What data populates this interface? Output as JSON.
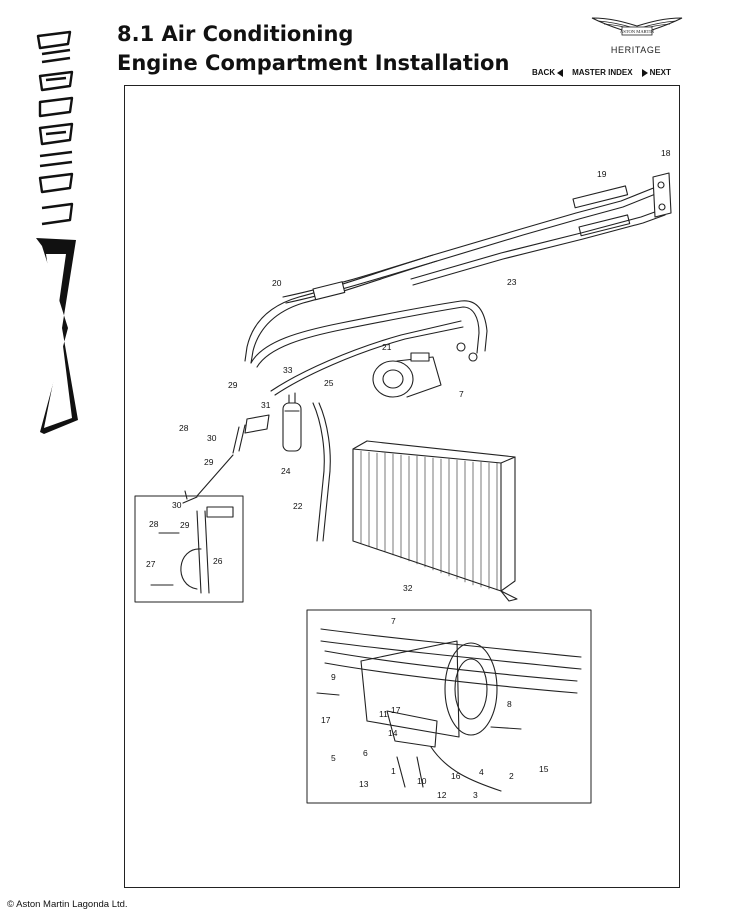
{
  "header": {
    "title_line1": "8.1 Air Conditioning",
    "title_line2": "Engine Compartment Installation",
    "brand": {
      "logo_text": "ASTON MARTIN",
      "subtitle": "HERITAGE"
    },
    "nav": {
      "back": "BACK",
      "master_index": "MASTER INDEX",
      "next": "NEXT"
    }
  },
  "side_logo": {
    "text": "Virage"
  },
  "diagram": {
    "main_callouts": [
      "18",
      "19",
      "23",
      "20",
      "21",
      "33",
      "25",
      "7",
      "29",
      "31",
      "28",
      "30",
      "29",
      "24",
      "22",
      "32"
    ],
    "inset_bracket_callouts": [
      "30",
      "28",
      "29",
      "27",
      "26"
    ],
    "inset_compressor_callouts": [
      "7",
      "9",
      "8",
      "11",
      "17",
      "17",
      "14",
      "5",
      "6",
      "1",
      "13",
      "10",
      "16",
      "12",
      "3",
      "4",
      "2",
      "15"
    ]
  },
  "footer": {
    "copyright": "© Aston Martin Lagonda Ltd."
  }
}
